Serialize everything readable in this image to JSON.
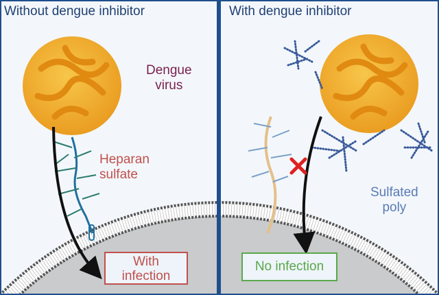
{
  "left_panel": {
    "title": "Without dengue inhibitor",
    "virus_label_1": "Dengue",
    "virus_label_2": "virus",
    "receptor_label_1": "Heparan",
    "receptor_label_2": "sulfate",
    "outcome_line_1": "With",
    "outcome_line_2": "infection"
  },
  "right_panel": {
    "title": "With dengue inhibitor",
    "inhibitor_label_1": "Sulfated",
    "inhibitor_label_2": "poly",
    "outcome": "No infection"
  },
  "colors": {
    "divider": "#1f4e8c",
    "virus": "#f2a82a",
    "virus_label": "#7a1f4e",
    "heparan": "#c0504d",
    "heparan_strand": "#2a7a6e",
    "inhibitor": "#5a7bb5",
    "infection_box": "#c0504d",
    "no_infection_box": "#5aa84a",
    "cell": "#c9cbcd",
    "block_x": "#e02020"
  }
}
